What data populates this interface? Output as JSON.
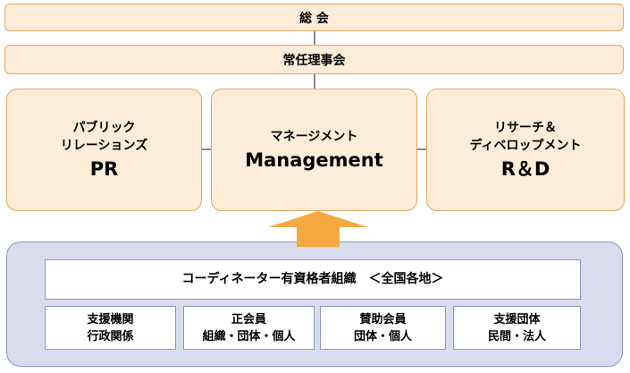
{
  "top": {
    "general_assembly": "総 会",
    "board": "常任理事会"
  },
  "units": {
    "pr": {
      "line1": "パブリック",
      "line2": "リレーションズ",
      "abbr": "PR"
    },
    "management": {
      "line1": "マネージメント",
      "abbr": "Management"
    },
    "rd": {
      "line1": "リサーチ＆",
      "line2": "ディベロップメント",
      "abbr": "R＆D"
    }
  },
  "network": {
    "title": "コーディネーター有資格者組織　＜全国各地＞",
    "groups": [
      {
        "line1": "支援機関",
        "line2": "行政関係"
      },
      {
        "line1": "正会員",
        "line2": "組織・団体・個人"
      },
      {
        "line1": "賛助会員",
        "line2": "団体・個人"
      },
      {
        "line1": "支援団体",
        "line2": "民間・法人"
      }
    ]
  },
  "colors": {
    "box_fill": "#fcecd8",
    "box_border": "#e6a565",
    "panel_fill": "#d9dced",
    "panel_border": "#8e95c2",
    "arrow_fill": "#f7a941"
  }
}
